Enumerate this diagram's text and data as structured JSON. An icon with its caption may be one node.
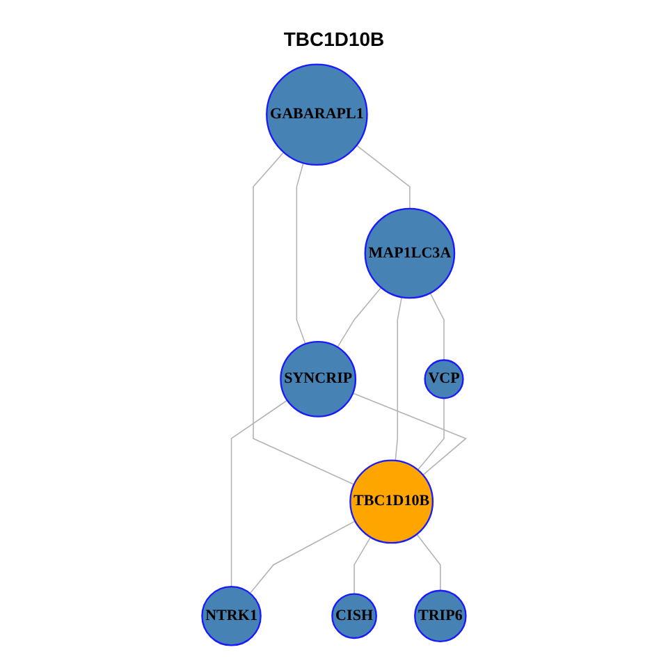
{
  "diagram": {
    "title": "TBC1D10B",
    "nodes": [
      {
        "text": [
          "GABARAPL1"
        ]
      },
      {
        "text": [
          "MAP1LC3A"
        ]
      },
      {
        "text": [
          "VCP"
        ]
      },
      {
        "text": [
          "SYNCRIP"
        ]
      },
      {
        "text": [
          "TBC1D10B"
        ]
      },
      {
        "text": [
          "CISH"
        ]
      },
      {
        "text": [
          "NTRK1"
        ]
      },
      {
        "text": [
          "TRIP6"
        ]
      }
    ],
    "edges": [
      {
        "from": 0,
        "to": 1,
        "arrow": "none"
      },
      {
        "from": 0,
        "to": 3,
        "arrow": "none"
      },
      {
        "from": 0,
        "to": 4,
        "arrow": "none"
      },
      {
        "from": 1,
        "to": 2,
        "arrow": "none"
      },
      {
        "from": 1,
        "to": 3,
        "arrow": "none"
      },
      {
        "from": 1,
        "to": 4,
        "arrow": "none"
      },
      {
        "from": 2,
        "to": 4,
        "arrow": "none"
      },
      {
        "from": 3,
        "to": 4,
        "arrow": "none"
      },
      {
        "from": 3,
        "to": 6,
        "arrow": "none"
      },
      {
        "from": 4,
        "to": 6,
        "arrow": "none"
      },
      {
        "from": 4,
        "to": 5,
        "arrow": "none"
      },
      {
        "from": 4,
        "to": 7,
        "arrow": "none"
      }
    ]
  }
}
